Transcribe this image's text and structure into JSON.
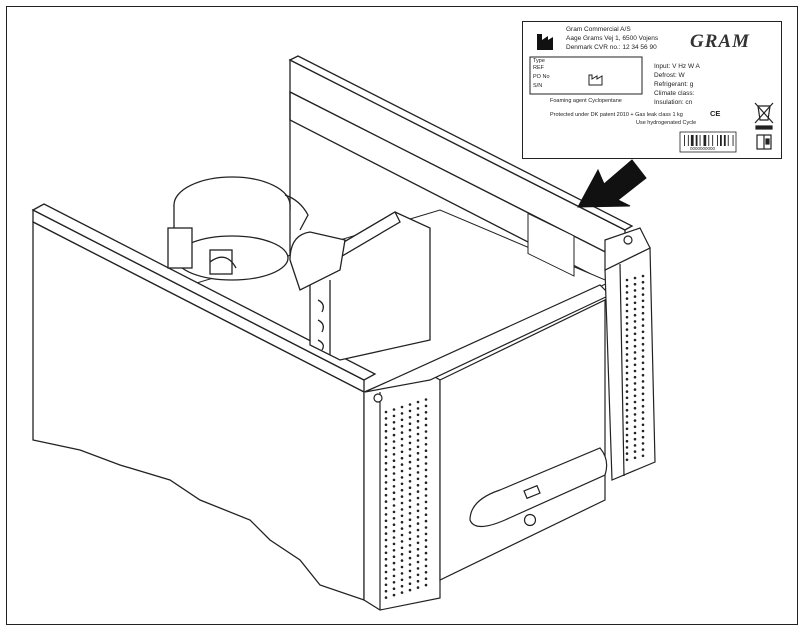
{
  "label": {
    "company_line_1": "Gram Commercial A/S",
    "company_line_2": "Aage Grams Vej 1, 6500 Vojens",
    "company_line_3": "Denmark CVR no.: 12 34 56 90",
    "brand": "GRAM",
    "type_box": {
      "type": "Type",
      "ref": "REF",
      "prod_no": "PO No",
      "serial": "S/N"
    },
    "right_column": {
      "input": "Input: V Hz W A",
      "defrost": "Defrost: W",
      "refrigerant": "Refrigerant: g",
      "climate": "Climate class:",
      "insulation": "Insulation: cn"
    },
    "warning_line": "Foaming agent Cyclopentane",
    "footer_line_1": "Protected under DK patent 2010 +  Gas leak class  1 kg",
    "footer_line_2": "Use hydrogenated Cycle",
    "barcode_number": "0000000000",
    "ce_mark": "CE"
  },
  "icons": {
    "manufacturer": "factory-icon",
    "weee": "crossed-bin-icon",
    "manual": "manual-icon",
    "pointer": "pointer-arrow-icon"
  },
  "colors": {
    "line": "#222222",
    "fill": "#ffffff",
    "arrow": "#111111"
  }
}
